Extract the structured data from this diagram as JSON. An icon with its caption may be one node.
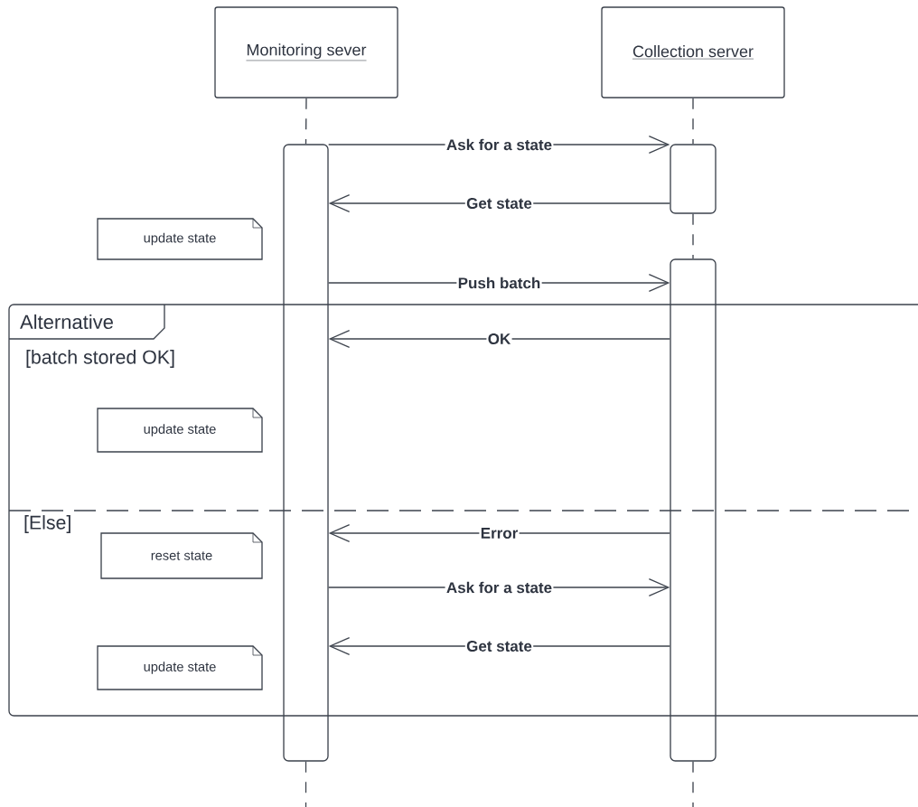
{
  "diagram": {
    "nodes": [
      {
        "text": [
          "Monitoring sever"
        ]
      },
      {
        "text": [
          "Collection server"
        ]
      },
      {
        "text": [],
        "shape": "bar"
      },
      {
        "text": [],
        "shape": "bar"
      },
      {
        "text": [],
        "shape": "bar"
      },
      {
        "text": [
          "update state"
        ]
      },
      {
        "text": [
          "Alternative",
          "[batch stored OK]",
          "[Else]"
        ]
      },
      {
        "text": [
          "update state"
        ],
        "in": 6
      },
      {
        "text": [
          "reset state"
        ],
        "in": 6
      },
      {
        "text": [
          "update state"
        ],
        "in": 6
      }
    ],
    "edges": [
      {
        "from": 0,
        "to": 2,
        "arrow": "none",
        "style": "dashed"
      },
      {
        "from": 1,
        "to": 3,
        "arrow": "none",
        "style": "dashed"
      },
      {
        "from": 3,
        "to": 4,
        "arrow": "none",
        "style": "dashed"
      },
      {
        "from": 2,
        "to": null,
        "arrow": "none",
        "style": "dashed"
      },
      {
        "from": 4,
        "to": null,
        "arrow": "none",
        "style": "dashed"
      },
      {
        "from": 2,
        "to": 3,
        "label": "Ask for a state",
        "arrow": "to"
      },
      {
        "from": 3,
        "to": 2,
        "label": "Get state",
        "arrow": "to"
      },
      {
        "from": 2,
        "to": 4,
        "label": "Push batch",
        "arrow": "to"
      },
      {
        "from": 4,
        "to": 2,
        "label": "OK",
        "arrow": "to"
      },
      {
        "from": 4,
        "to": 2,
        "label": "Error",
        "arrow": "to"
      },
      {
        "from": 2,
        "to": 4,
        "label": "Ask for a state",
        "arrow": "to"
      },
      {
        "from": 4,
        "to": 2,
        "label": "Get state",
        "arrow": "to"
      }
    ]
  }
}
